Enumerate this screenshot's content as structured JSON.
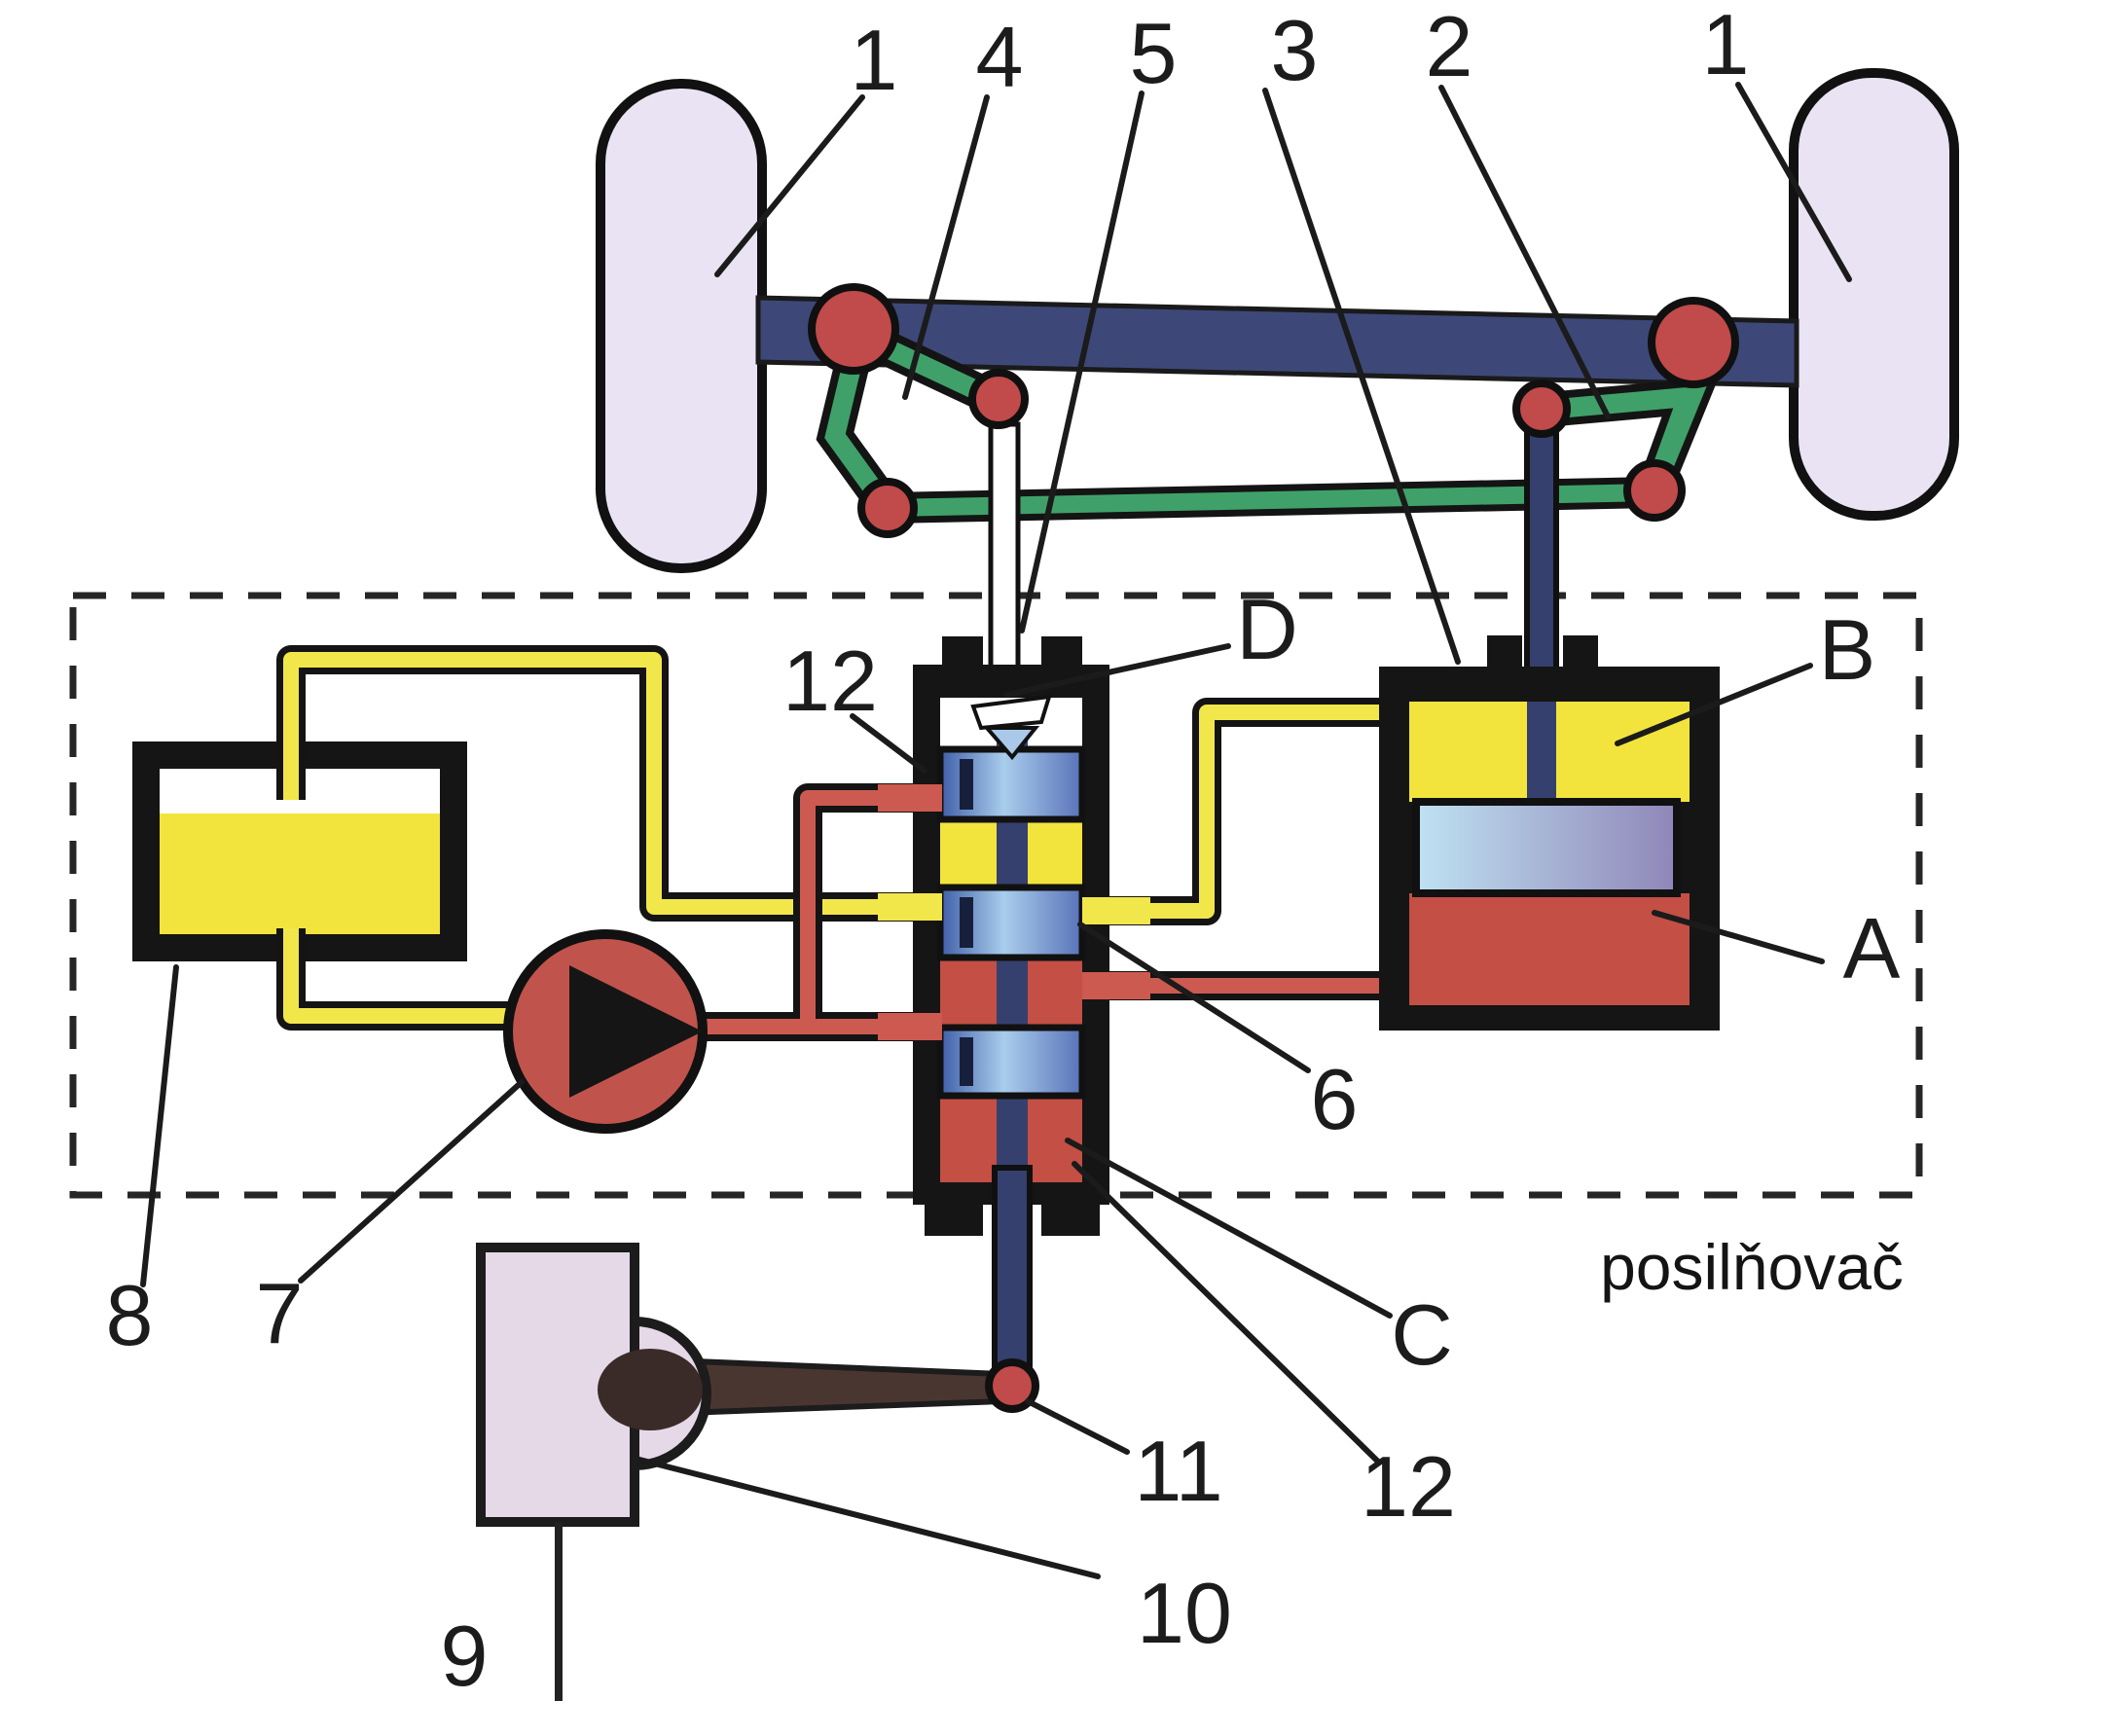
{
  "figure": {
    "caption": "posilňovač",
    "type": "hydraulic power steering schematic"
  },
  "labels": {
    "wheel_left": "1",
    "kingpin_arm": "4",
    "valve_input_rod": "5",
    "power_cylinder": "3",
    "knuckle_right": "2",
    "wheel_right": "1",
    "sleeve_top": "12",
    "chamber_d": "D",
    "chamber_b": "B",
    "chamber_a": "A",
    "valve_port": "6",
    "reservoir": "8",
    "pump": "7",
    "steering_column": "9",
    "steering_gear": "10",
    "pitman_arm": "11",
    "chamber_c": "C",
    "sleeve_bottom": "12"
  },
  "colors": {
    "ink": "#1b1b1b",
    "wheel_fill": "#e9e3f3",
    "axle_blue": "#3d4878",
    "link_green": "#3fa169",
    "joint_red": "#c14a4a",
    "pipe_yellow": "#f2e74a",
    "pipe_red": "#cd5a50",
    "pump_red": "#c0544c",
    "pump_triangle": "#151515",
    "fluid_yellow": "#f2e43c",
    "valve_red": "#c34f45",
    "spool_stem_blue": "#35406e",
    "land_dark": "#3f5ea8",
    "land_light": "#a9cdec",
    "land_mid": "#5872b8",
    "piston_light": "#bfe2f2",
    "piston_dark": "#8f86b8",
    "rod_blue": "#35406e",
    "gear_pink": "#e5d9e8",
    "arm_brown": "#4a3630",
    "wedge_blue": "#aac9e8",
    "paper": "#ffffff"
  }
}
